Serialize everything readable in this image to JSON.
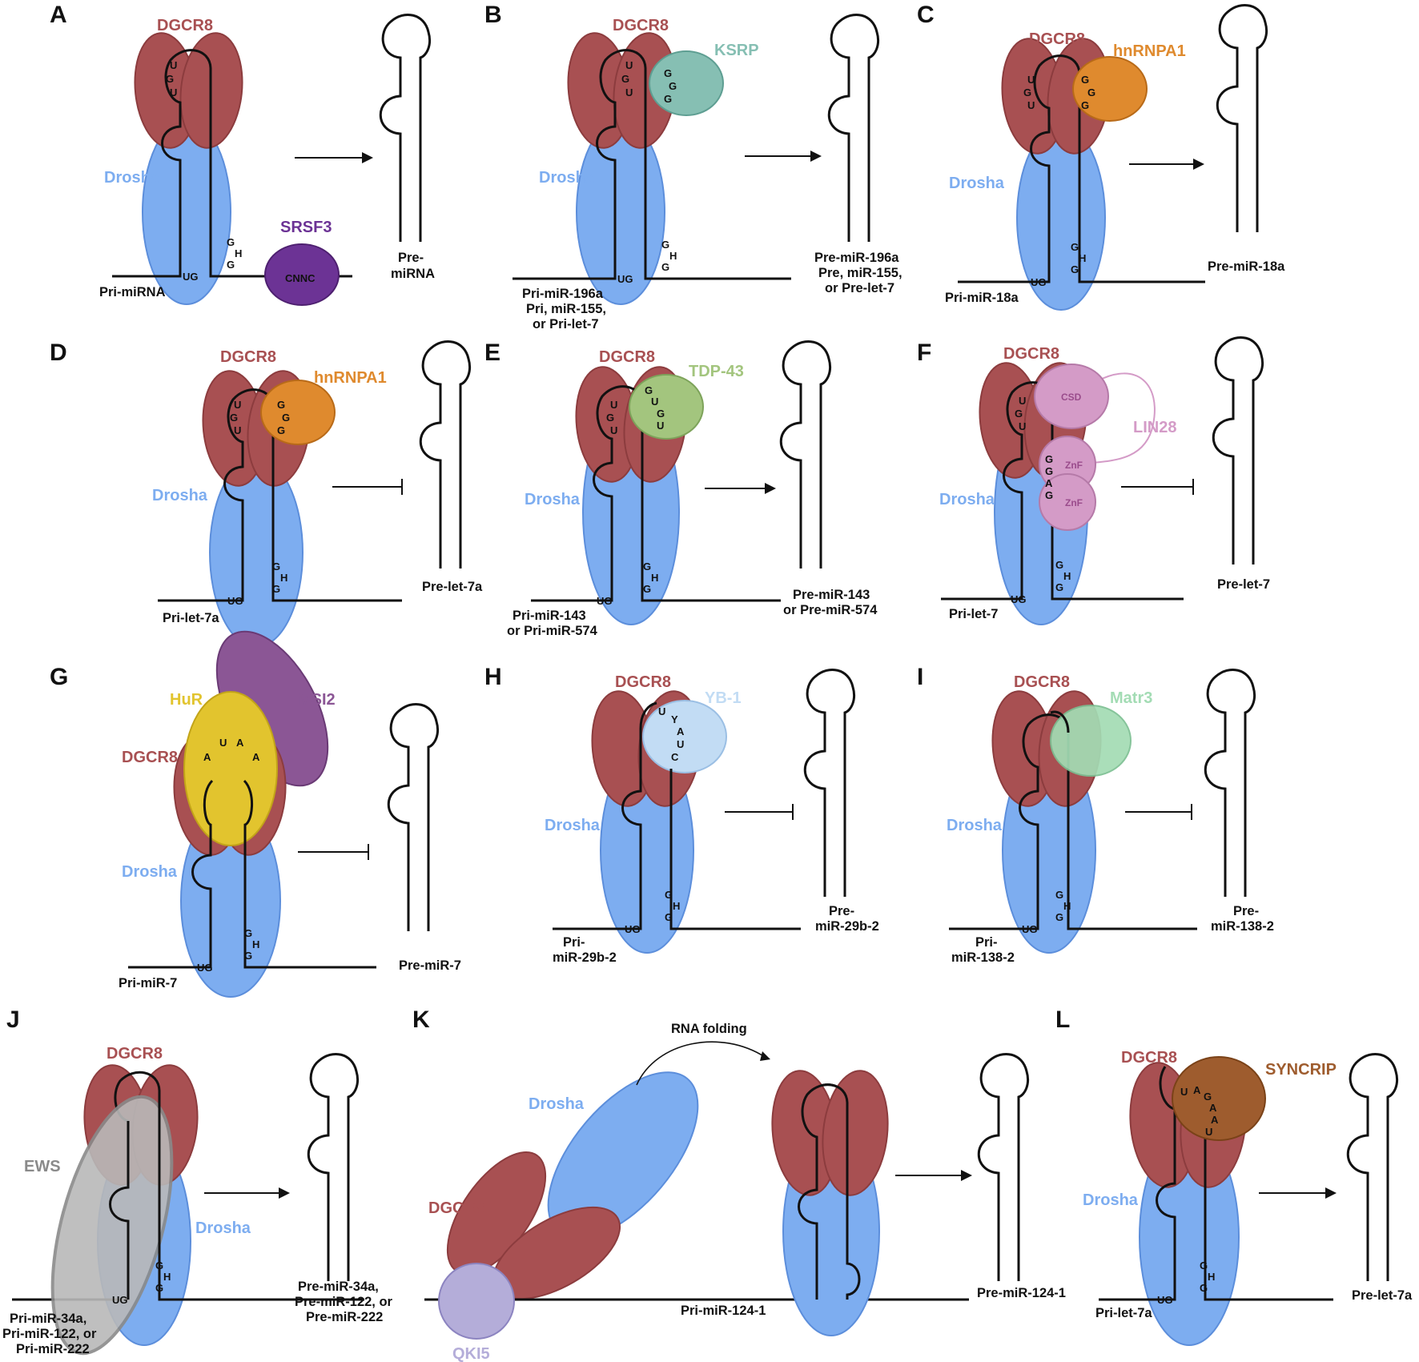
{
  "colors": {
    "dgcr8": "#A85052",
    "drosha": "#7DADF0",
    "rna": "#111111",
    "srsf3": "#6C3395",
    "ksrp": "#86BFB3",
    "hnrnpa1": "#DF8A2E",
    "tdp43": "#A3C57E",
    "lin28": "#D49BC7",
    "msi2": "#8B5695",
    "hur": "#E2C42E",
    "yb1": "#C2DCF4",
    "matr3": "#A3DCB4",
    "ews": "#B9B9B9",
    "qki5": "#B4ADD9",
    "syncrip": "#9E5C2E"
  },
  "panels": {
    "A": {
      "letter": "A",
      "dgcr8": "DGCR8",
      "drosha": "Drosha",
      "factor": "SRSF3",
      "motif": "CNNC",
      "pri": [
        "Pri-miRNA"
      ],
      "pre": [
        "Pre-",
        "miRNA"
      ],
      "effect": "promotes"
    },
    "B": {
      "letter": "B",
      "dgcr8": "DGCR8",
      "drosha": "Drosha",
      "factor": "KSRP",
      "motif": [
        "G",
        "G",
        "G"
      ],
      "pri": [
        "Pri-miR-196a",
        "Pri, miR-155,",
        "or Pri-let-7"
      ],
      "pre": [
        "Pre-miR-196a",
        "Pre, miR-155,",
        "or Pre-let-7"
      ],
      "effect": "promotes"
    },
    "C": {
      "letter": "C",
      "dgcr8": "DGCR8",
      "drosha": "Drosha",
      "factor": "hnRNPA1",
      "motif": [
        "G",
        "G",
        "G"
      ],
      "pri": [
        "Pri-miR-18a"
      ],
      "pre": [
        "Pre-miR-18a"
      ],
      "effect": "promotes"
    },
    "D": {
      "letter": "D",
      "dgcr8": "DGCR8",
      "drosha": "Drosha",
      "factor": "hnRNPA1",
      "motif": [
        "G",
        "G",
        "G"
      ],
      "pri": [
        "Pri-let-7a"
      ],
      "pre": [
        "Pre-let-7a"
      ],
      "effect": "inhibits"
    },
    "E": {
      "letter": "E",
      "dgcr8": "DGCR8",
      "drosha": "Drosha",
      "factor": "TDP-43",
      "motif": [
        "G",
        "U",
        "G",
        "U"
      ],
      "pri": [
        "Pri-miR-143",
        "or Pri-miR-574"
      ],
      "pre": [
        "Pre-miR-143",
        "or Pre-miR-574"
      ],
      "effect": "promotes"
    },
    "F": {
      "letter": "F",
      "dgcr8": "DGCR8",
      "drosha": "Drosha",
      "factor": "LIN28",
      "domain_csd": "CSD",
      "domain_znf": "ZnF",
      "motif": [
        "G",
        "G",
        "A",
        "G"
      ],
      "pri": [
        "Pri-let-7"
      ],
      "pre": [
        "Pre-let-7"
      ],
      "effect": "inhibits"
    },
    "G": {
      "letter": "G",
      "dgcr8": "DGCR8",
      "drosha": "Drosha",
      "factor": "HuR",
      "factor2": "MSI2",
      "motif": [
        "A",
        "U",
        "A",
        "A"
      ],
      "pri": [
        "Pri-miR-7"
      ],
      "pre": [
        "Pre-miR-7"
      ],
      "effect": "inhibits"
    },
    "H": {
      "letter": "H",
      "dgcr8": "DGCR8",
      "drosha": "Drosha",
      "factor": "YB-1",
      "motif": [
        "U",
        "Y",
        "A",
        "U",
        "C"
      ],
      "pri": [
        "Pri-",
        "miR-29b-2"
      ],
      "pre": [
        "Pre-",
        "miR-29b-2"
      ],
      "effect": "inhibits"
    },
    "I": {
      "letter": "I",
      "dgcr8": "DGCR8",
      "drosha": "Drosha",
      "factor": "Matr3",
      "pri": [
        "Pri-",
        "miR-138-2"
      ],
      "pre": [
        "Pre-",
        "miR-138-2"
      ],
      "effect": "inhibits"
    },
    "J": {
      "letter": "J",
      "dgcr8": "DGCR8",
      "drosha": "Drosha",
      "factor": "EWS",
      "pri": [
        "Pri-miR-34a,",
        "Pri-miR-122, or",
        "Pri-miR-222"
      ],
      "pre": [
        "Pre-miR-34a,",
        "Pre-miR-122, or",
        "Pre-miR-222"
      ],
      "effect": "promotes"
    },
    "K": {
      "letter": "K",
      "dgcr8": "DGCR8",
      "drosha": "Drosha",
      "factor": "QKI5",
      "folding": "RNA folding",
      "pri": [
        "Pri-miR-124-1"
      ],
      "pre": [
        "Pre-miR-124-1"
      ],
      "effect": "promotes"
    },
    "L": {
      "letter": "L",
      "dgcr8": "DGCR8",
      "drosha": "Drosha",
      "factor": "SYNCRIP",
      "motif": [
        "U",
        "A",
        "G",
        "A",
        "A",
        "U"
      ],
      "pri": [
        "Pri-let-7a"
      ],
      "pre": [
        "Pre-let-7a"
      ],
      "effect": "promotes"
    }
  },
  "common": {
    "ug": "UG",
    "ug_left": "U",
    "ug_mid": "G",
    "ug_bottom": "U",
    "ghg": [
      "G",
      "H",
      "G"
    ]
  }
}
